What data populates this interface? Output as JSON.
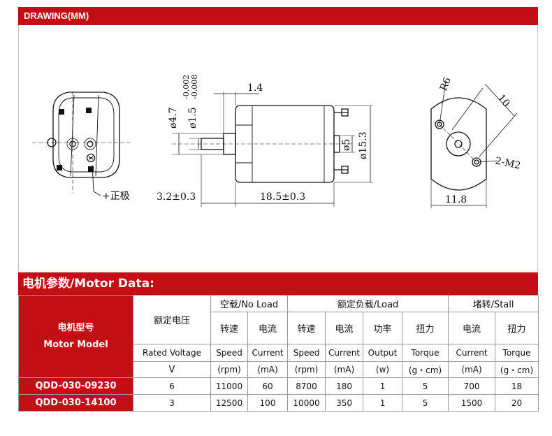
{
  "drawing": {
    "title": "DRAWING(MM)",
    "labels": {
      "positive": "+正极",
      "d47": "ø4.7",
      "shaft_dia": "ø1.5",
      "shaft_tol_upper": "-0.002",
      "shaft_tol_lower": "-0.008",
      "w14": "1.4",
      "d5": "ø5",
      "d153": "ø15.3",
      "len32": "3.2±0.3",
      "len185": "18.5±0.3",
      "r6": "R6",
      "d10": "10",
      "m2": "2-M2",
      "w118": "11.8"
    },
    "colors": {
      "accent": "#c20e14",
      "line": "#111111"
    }
  },
  "motor": {
    "title": "电机参数/Motor Data:",
    "headers": {
      "model_cn": "电机型号",
      "model_en": "Motor Model",
      "voltage_cn": "额定电压",
      "no_load": "空载/No Load",
      "load": "额定负载/Load",
      "stall": "堵转/Stall",
      "speed_cn": "转速",
      "current_cn": "电流",
      "power_cn": "功率",
      "torque_cn": "扭力",
      "voltage_en": "Rated Voltage",
      "speed_en": "Speed",
      "current_en": "Current",
      "output_en": "Output",
      "torque_en": "Torque",
      "unit_v": "V",
      "unit_rpm": "(rpm)",
      "unit_ma": "(mA)",
      "unit_w": "(w)",
      "unit_gcm": "(g・cm)"
    },
    "rows": [
      {
        "model": "QDD-030-09230",
        "voltage": "6",
        "nl_speed": "11000",
        "nl_current": "60",
        "l_speed": "8700",
        "l_current": "180",
        "output": "1",
        "torque": "5",
        "s_current": "700",
        "s_torque": "18"
      },
      {
        "model": "QDD-030-14100",
        "voltage": "3",
        "nl_speed": "12500",
        "nl_current": "100",
        "l_speed": "10000",
        "l_current": "350",
        "output": "1",
        "torque": "5",
        "s_current": "1500",
        "s_torque": "20"
      }
    ]
  }
}
